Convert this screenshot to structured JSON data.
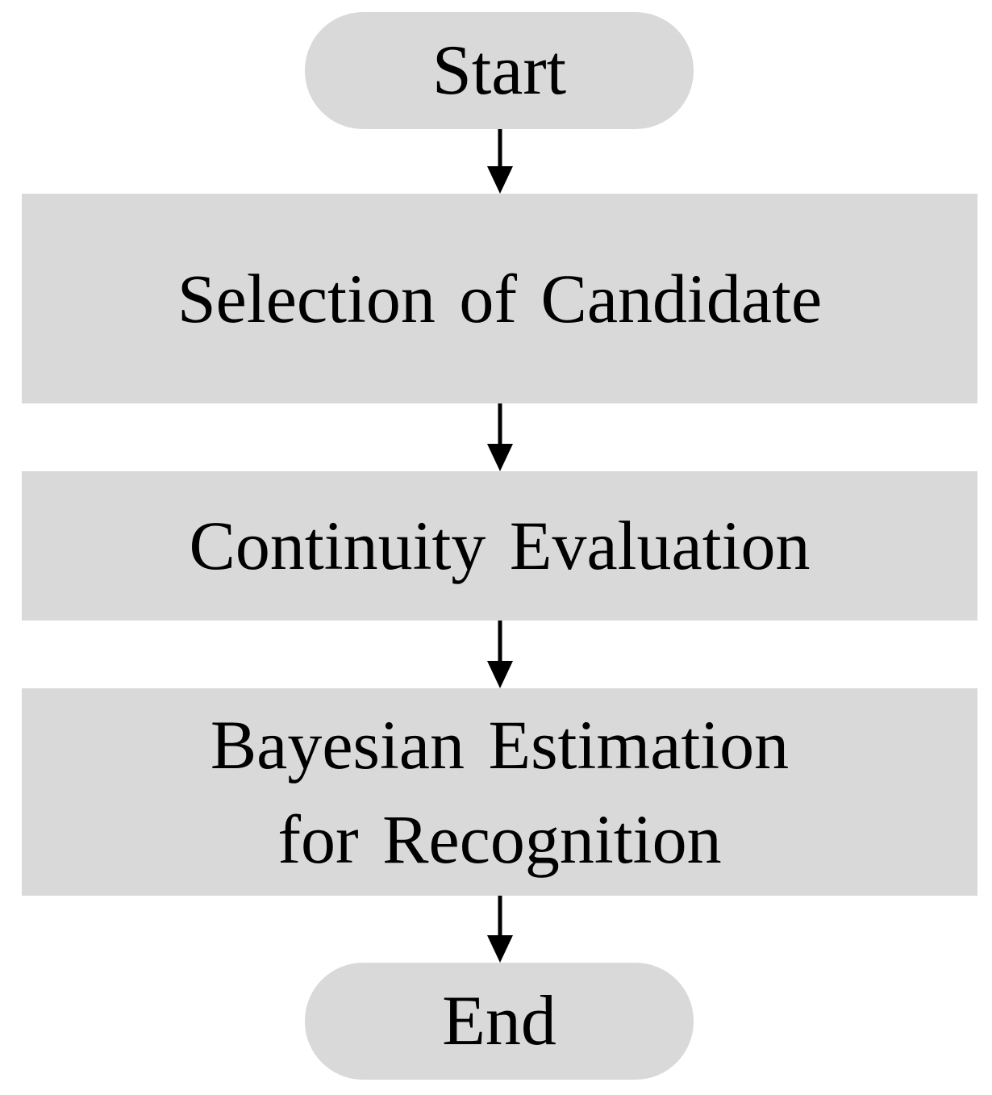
{
  "nodes": [
    {
      "id": "start",
      "label": "Start"
    },
    {
      "id": "step1",
      "label": "Selection  of Candidate"
    },
    {
      "id": "step2",
      "label": "Continuity  Evaluation"
    },
    {
      "id": "step3",
      "label": "Bayesian  Estimation\nfor  Recognition"
    },
    {
      "id": "end",
      "label": "End"
    }
  ],
  "colors": {
    "node_fill": "#d9d9d9",
    "arrow": "#000000",
    "text": "#000000"
  }
}
